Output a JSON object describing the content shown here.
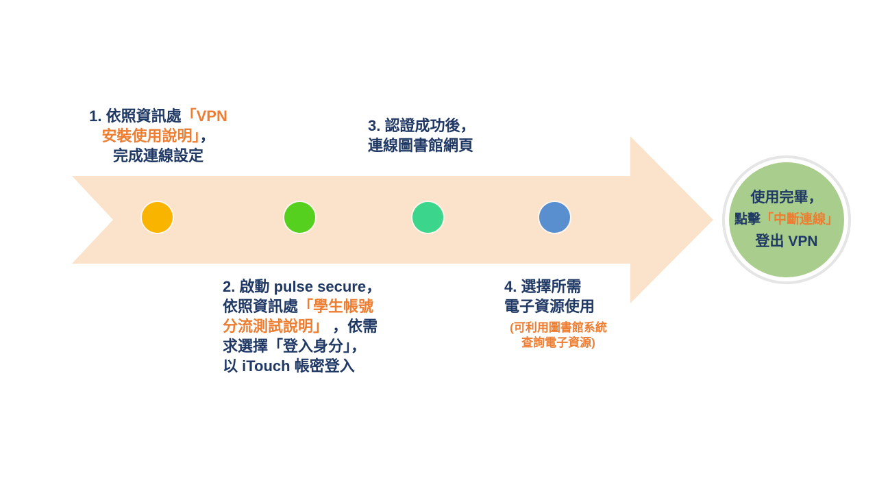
{
  "colors": {
    "navy": "#1F3864",
    "orange": "#ED7D31",
    "arrow_fill": "#FBE3CB",
    "circle_fill": "#A8CD8C",
    "circle_ring": "#E5E5E5"
  },
  "dots": [
    {
      "name": "step-1-dot",
      "color": "#F9B400"
    },
    {
      "name": "step-2-dot",
      "color": "#55D01F"
    },
    {
      "name": "step-3-dot",
      "color": "#3BD68C"
    },
    {
      "name": "step-4-dot",
      "color": "#598FCE"
    }
  ],
  "steps": {
    "step1": {
      "line1_navy": "1. 依照資訊處",
      "line1_orange": "「VPN",
      "line2_orange": "安裝使用說明」",
      "line2_navy": "，",
      "line3_navy": "完成連線設定"
    },
    "step2": {
      "line1_navy": "2. 啟動 pulse secure，",
      "line2_navy": "依照資訊處",
      "line2_orange": "「學生帳號",
      "line3_orange": "分流測試說明」",
      "line3_navy": " ，依需",
      "line4_navy": "求選擇「登入身分」，",
      "line5_navy": "以 iTouch 帳密登入"
    },
    "step3": {
      "line1_navy": "3. 認證成功後，",
      "line2_navy": "連線圖書館網頁"
    },
    "step4": {
      "line1_navy": "4. 選擇所需",
      "line2_navy": "電子資源使用",
      "note_line1": "(可利用圖書館系統",
      "note_line2": "查詢電子資源)"
    }
  },
  "end_circle": {
    "line1_navy": "使用完畢，",
    "line2_navy": "點擊",
    "line2_orange": "「中斷連線」",
    "line3_navy": "登出 VPN"
  }
}
